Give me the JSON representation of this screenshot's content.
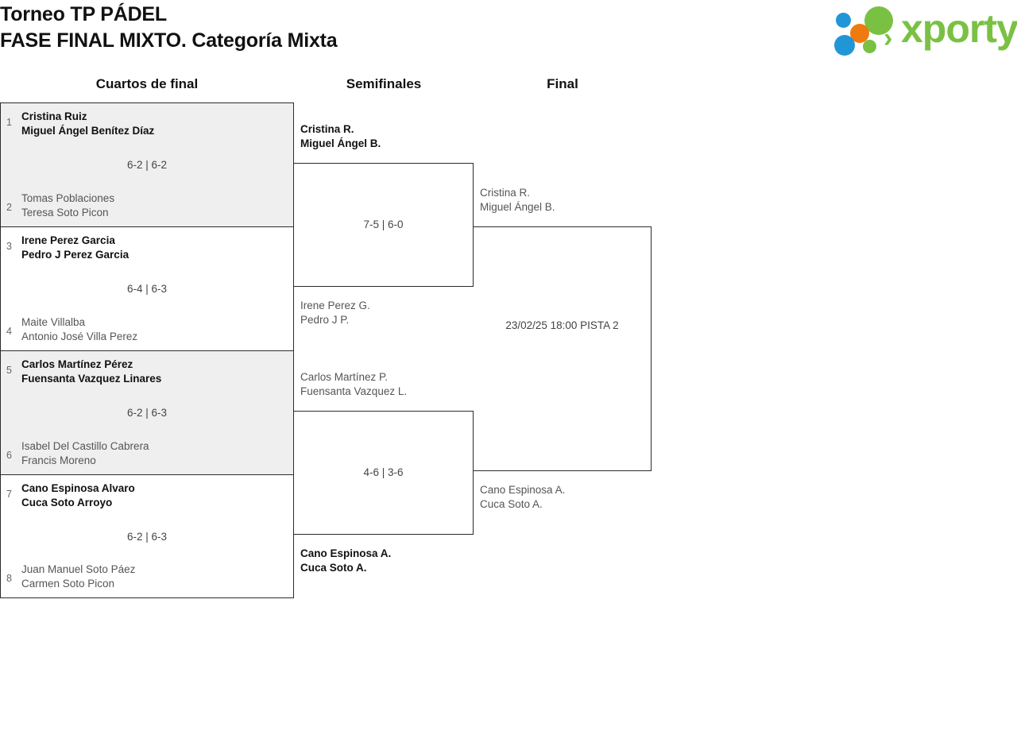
{
  "header": {
    "title_line1": "Torneo TP PÁDEL",
    "title_line2": "FASE FINAL MIXTO. Categoría Mixta",
    "logo_word": "xporty",
    "logo_chevron": "›",
    "brand_green": "#7ac143",
    "brand_blue": "#2196d6",
    "brand_orange": "#ef7b10"
  },
  "rounds": {
    "quarterfinals": "Cuartos de final",
    "semifinals": "Semifinales",
    "final": "Final"
  },
  "quarterfinals": [
    {
      "seed_top": "1",
      "top_p1": "Cristina Ruiz",
      "top_p2": "Miguel Ángel Benítez Díaz",
      "seed_bottom": "2",
      "bottom_p1": "Tomas Poblaciones",
      "bottom_p2": "Teresa Soto Picon",
      "score": "6-2 | 6-2"
    },
    {
      "seed_top": "3",
      "top_p1": "Irene Perez Garcia",
      "top_p2": "Pedro J Perez Garcia",
      "seed_bottom": "4",
      "bottom_p1": "Maite Villalba",
      "bottom_p2": "Antonio José Villa Perez",
      "score": "6-4 | 6-3"
    },
    {
      "seed_top": "5",
      "top_p1": "Carlos Martínez Pérez",
      "top_p2": "Fuensanta Vazquez Linares",
      "seed_bottom": "6",
      "bottom_p1": "Isabel Del Castillo Cabrera",
      "bottom_p2": "Francis Moreno",
      "score": "6-2 | 6-3"
    },
    {
      "seed_top": "7",
      "top_p1": "Cano Espinosa Alvaro",
      "top_p2": "Cuca Soto Arroyo",
      "seed_bottom": "8",
      "bottom_p1": "Juan Manuel Soto Páez",
      "bottom_p2": "Carmen Soto Picon",
      "score": "6-2 | 6-3"
    }
  ],
  "semifinals": [
    {
      "top_p1": "Cristina R.",
      "top_p2": "Miguel Ángel B.",
      "bottom_p1": "Irene Perez G.",
      "bottom_p2": "Pedro J P.",
      "score": "7-5 | 6-0"
    },
    {
      "top_p1": "Carlos Martínez P.",
      "top_p2": "Fuensanta Vazquez L.",
      "bottom_p1": "Cano Espinosa A.",
      "bottom_p2": "Cuca Soto A.",
      "score": "4-6 | 3-6"
    }
  ],
  "final": {
    "top_p1": "Cristina R.",
    "top_p2": "Miguel Ángel B.",
    "bottom_p1": "Cano Espinosa A.",
    "bottom_p2": "Cuca Soto A.",
    "schedule": "23/02/25 18:00 PISTA 2"
  }
}
